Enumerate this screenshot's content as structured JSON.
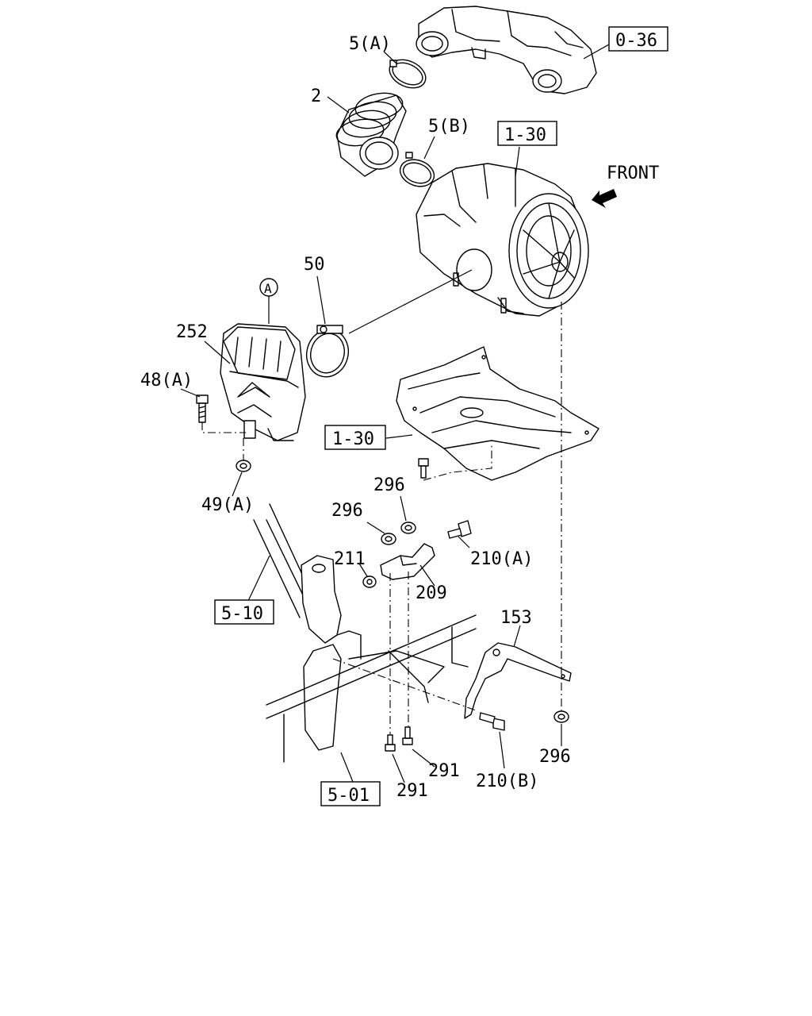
{
  "front_label": "FRONT",
  "circle_ref": "A",
  "ref_boxes": {
    "b036": "0-36",
    "b130_top": "1-30",
    "b130_mid": "1-30",
    "b510": "5-10",
    "b501": "5-01"
  },
  "callouts": {
    "c5a": "5(A)",
    "c2": "2",
    "c5b": "5(B)",
    "c50": "50",
    "c252": "252",
    "c48a": "48(A)",
    "c49a": "49(A)",
    "c296a": "296",
    "c296b": "296",
    "c296c": "296",
    "c211": "211",
    "c210a": "210(A)",
    "c209": "209",
    "c153": "153",
    "c291a": "291",
    "c291b": "291",
    "c210b": "210(B)"
  }
}
